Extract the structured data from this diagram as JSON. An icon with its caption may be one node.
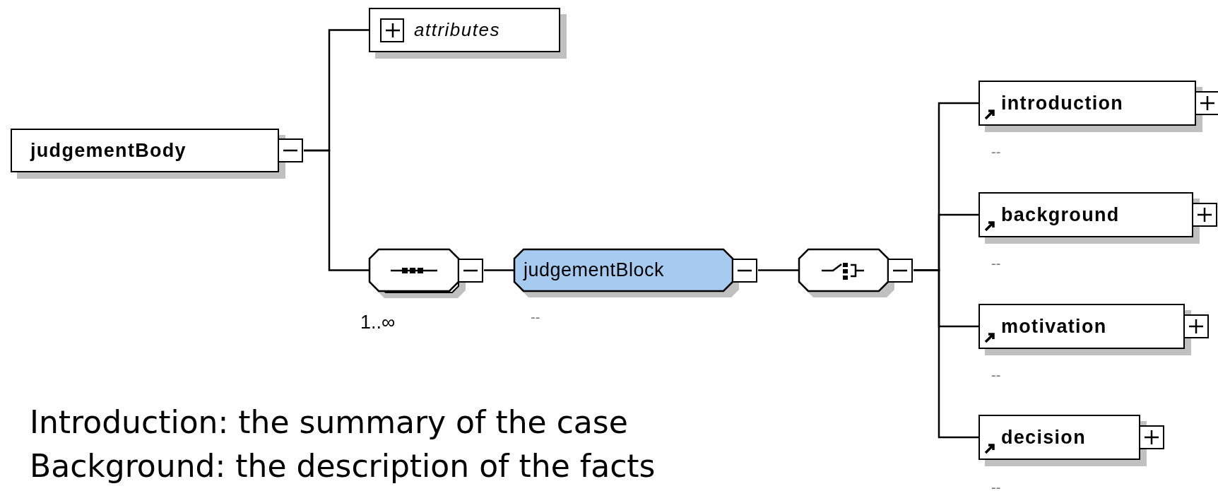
{
  "diagram": {
    "nodes": [
      {
        "text": [
          "judgementBody"
        ]
      },
      {
        "text": [
          "attributes"
        ]
      },
      {
        "text": [],
        "shape": "octagon",
        "beside": [
          "1..∞"
        ]
      },
      {
        "text": [
          "judgementBlock"
        ],
        "beside": [
          "--"
        ]
      },
      {
        "text": [],
        "shape": "octagon"
      },
      {
        "text": [
          "introduction"
        ],
        "beside": [
          "--"
        ]
      },
      {
        "text": [
          "background"
        ],
        "beside": [
          "--"
        ]
      },
      {
        "text": [
          "motivation"
        ],
        "beside": [
          "--"
        ]
      },
      {
        "text": [
          "decision"
        ],
        "beside": [
          "--"
        ]
      }
    ],
    "edges": [
      {
        "from": 0,
        "to": 1,
        "arrow": "none"
      },
      {
        "from": 0,
        "to": 2,
        "arrow": "none"
      },
      {
        "from": 2,
        "to": 3,
        "arrow": "none"
      },
      {
        "from": 3,
        "to": 4,
        "arrow": "none"
      },
      {
        "from": 4,
        "to": 5,
        "arrow": "none"
      },
      {
        "from": 4,
        "to": 6,
        "arrow": "none"
      },
      {
        "from": 4,
        "to": 7,
        "arrow": "none"
      },
      {
        "from": 4,
        "to": 8,
        "arrow": "none"
      }
    ],
    "labels": [
      "Introduction: the summary of the case",
      "Background: the description of the facts"
    ]
  }
}
